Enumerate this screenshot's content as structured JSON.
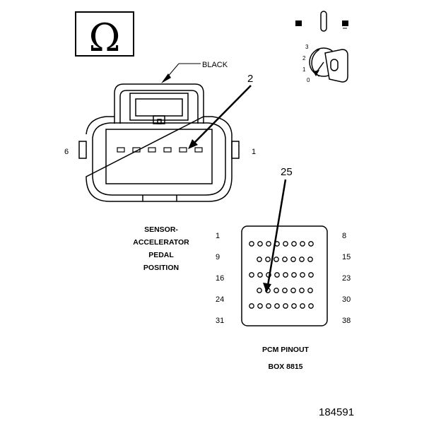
{
  "omega_symbol": "Ω",
  "connector": {
    "color_label": "BLACK",
    "pin_left": "6",
    "pin_right": "1",
    "callout_pin": "2"
  },
  "ignition_key": {
    "positions": [
      "3",
      "2",
      "1",
      "0"
    ]
  },
  "sensor_label": [
    "SENSOR-",
    "ACCELERATOR",
    "PEDAL",
    "POSITION"
  ],
  "pcm": {
    "callout_pin": "25",
    "left_numbers": [
      "1",
      "9",
      "16",
      "24",
      "31"
    ],
    "right_numbers": [
      "8",
      "15",
      "23",
      "30",
      "38"
    ],
    "title_line1": "PCM PINOUT",
    "title_line2": "BOX 8815",
    "rows": [
      8,
      7,
      8,
      7,
      8
    ]
  },
  "figure_id": "184591"
}
